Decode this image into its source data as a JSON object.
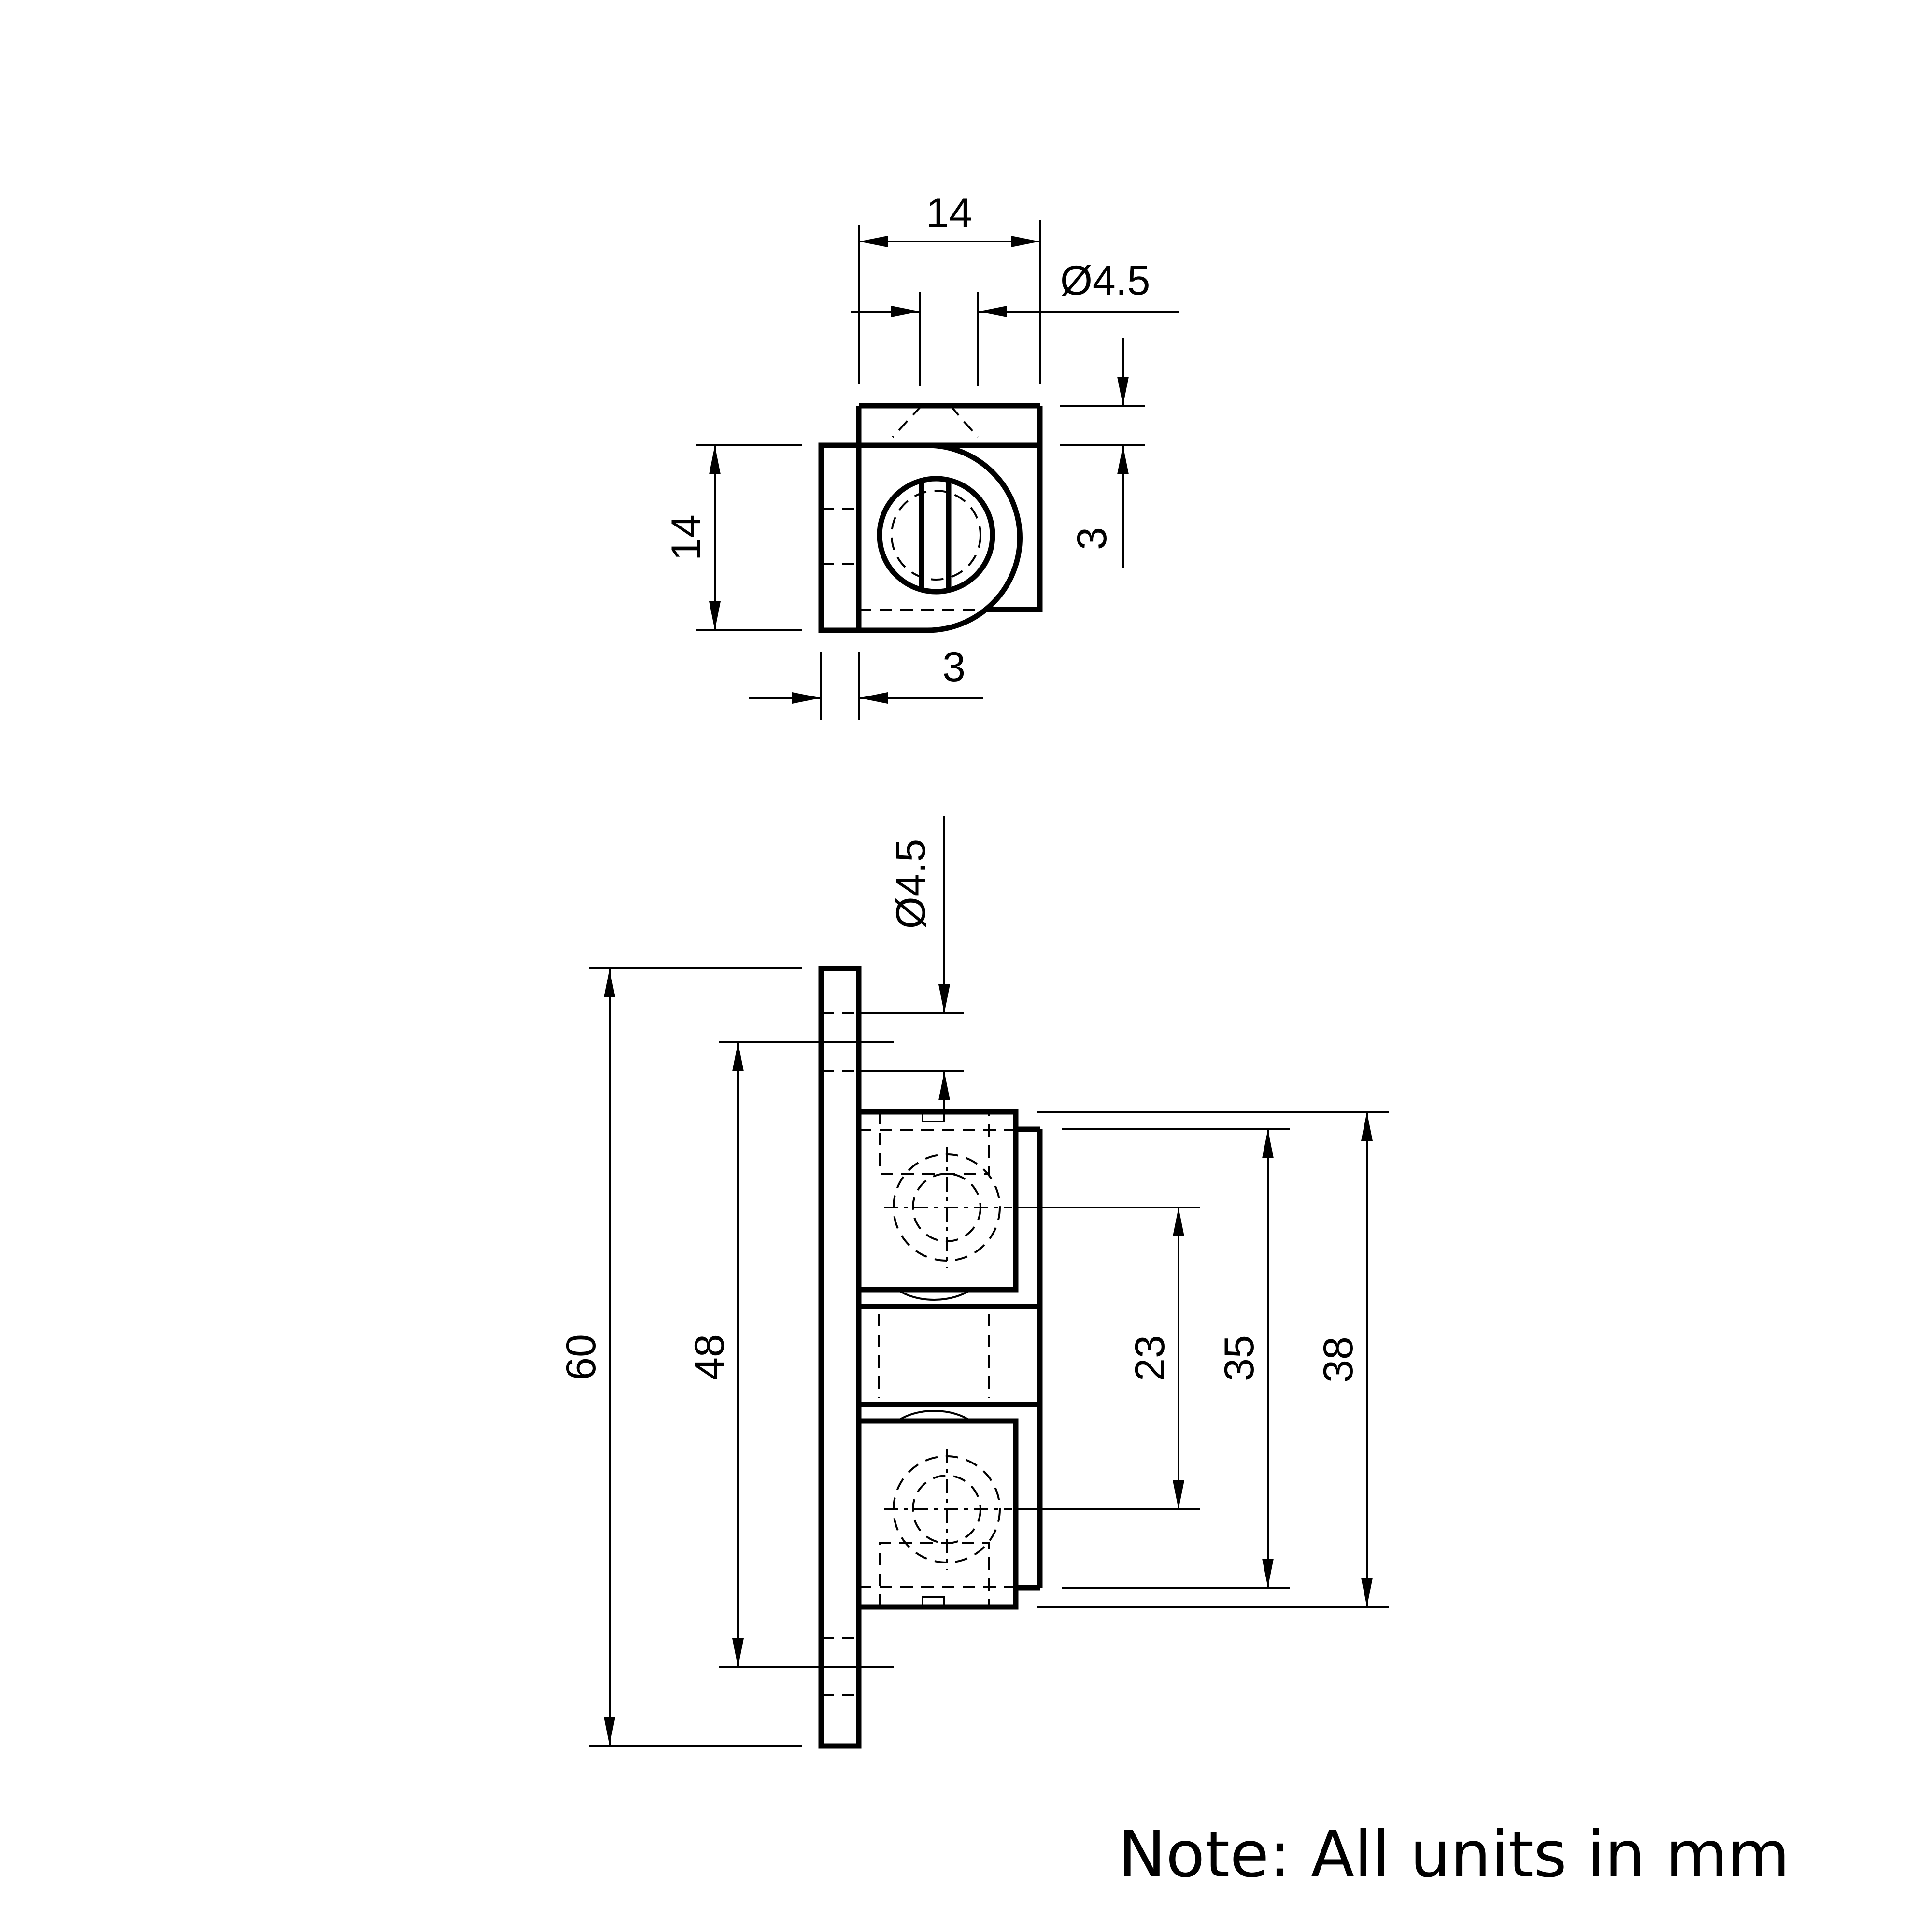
{
  "dimensions": {
    "top_view": {
      "width": "14",
      "hole_diameter": "Ø4.5",
      "height": "14",
      "flange_thickness": "3",
      "top_offset": "3"
    },
    "front_view": {
      "hole_diameter": "Ø4.5",
      "total_height": "60",
      "hole_spacing": "48",
      "pivot_spacing": "23",
      "inner_height": "35",
      "outer_height": "38"
    }
  },
  "note": "Note: All units in mm"
}
